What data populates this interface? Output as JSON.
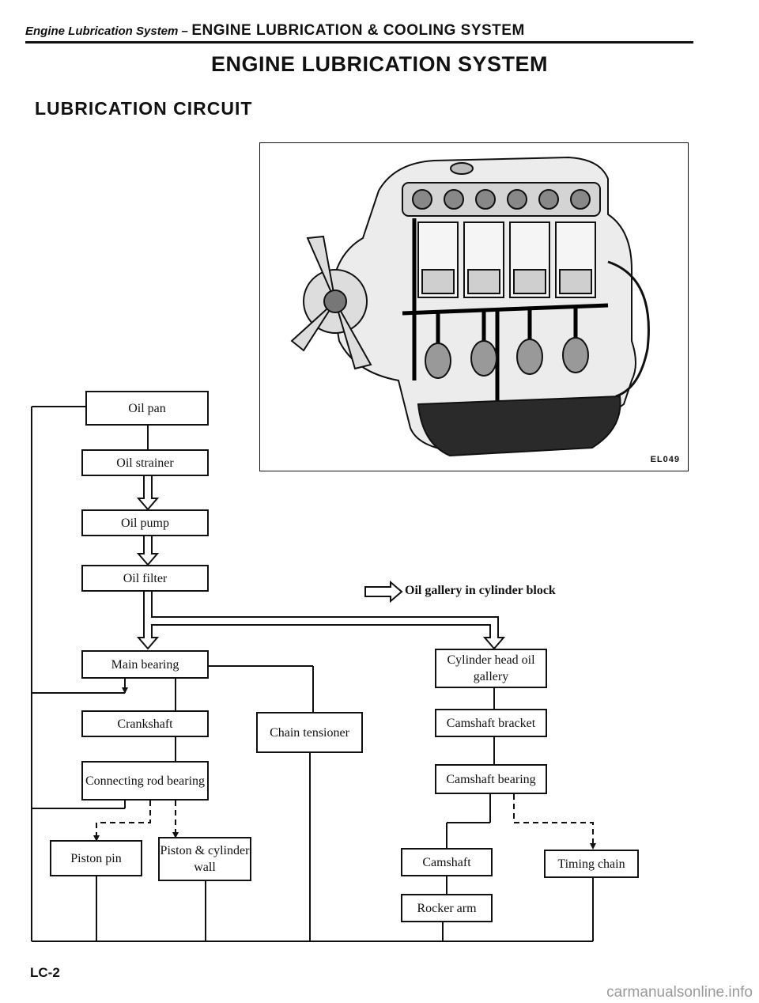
{
  "header": {
    "section_italic": "Engine Lubrication System –",
    "chapter": "ENGINE LUBRICATION & COOLING SYSTEM"
  },
  "page_title": "ENGINE LUBRICATION SYSTEM",
  "section_title": "LUBRICATION CIRCUIT",
  "figure": {
    "code": "EL049"
  },
  "legend": {
    "text": "Oil gallery in cylinder block"
  },
  "flow": {
    "oil_pan": "Oil pan",
    "oil_strainer": "Oil strainer",
    "oil_pump": "Oil pump",
    "oil_filter": "Oil filter",
    "main_bearing": "Main bearing",
    "crankshaft": "Crankshaft",
    "connecting_rod_bearing": "Connecting rod bearing",
    "piston_pin": "Piston pin",
    "piston_cylinder_wall": "Piston & cylinder wall",
    "chain_tensioner": "Chain tensioner",
    "cylinder_head_oil_gallery": "Cylinder head oil gallery",
    "camshaft_bracket": "Camshaft bracket",
    "camshaft_bearing": "Camshaft bearing",
    "camshaft": "Camshaft",
    "rocker_arm": "Rocker arm",
    "timing_chain": "Timing chain"
  },
  "page_number": "LC-2",
  "watermark": "carmanualsonline.info"
}
